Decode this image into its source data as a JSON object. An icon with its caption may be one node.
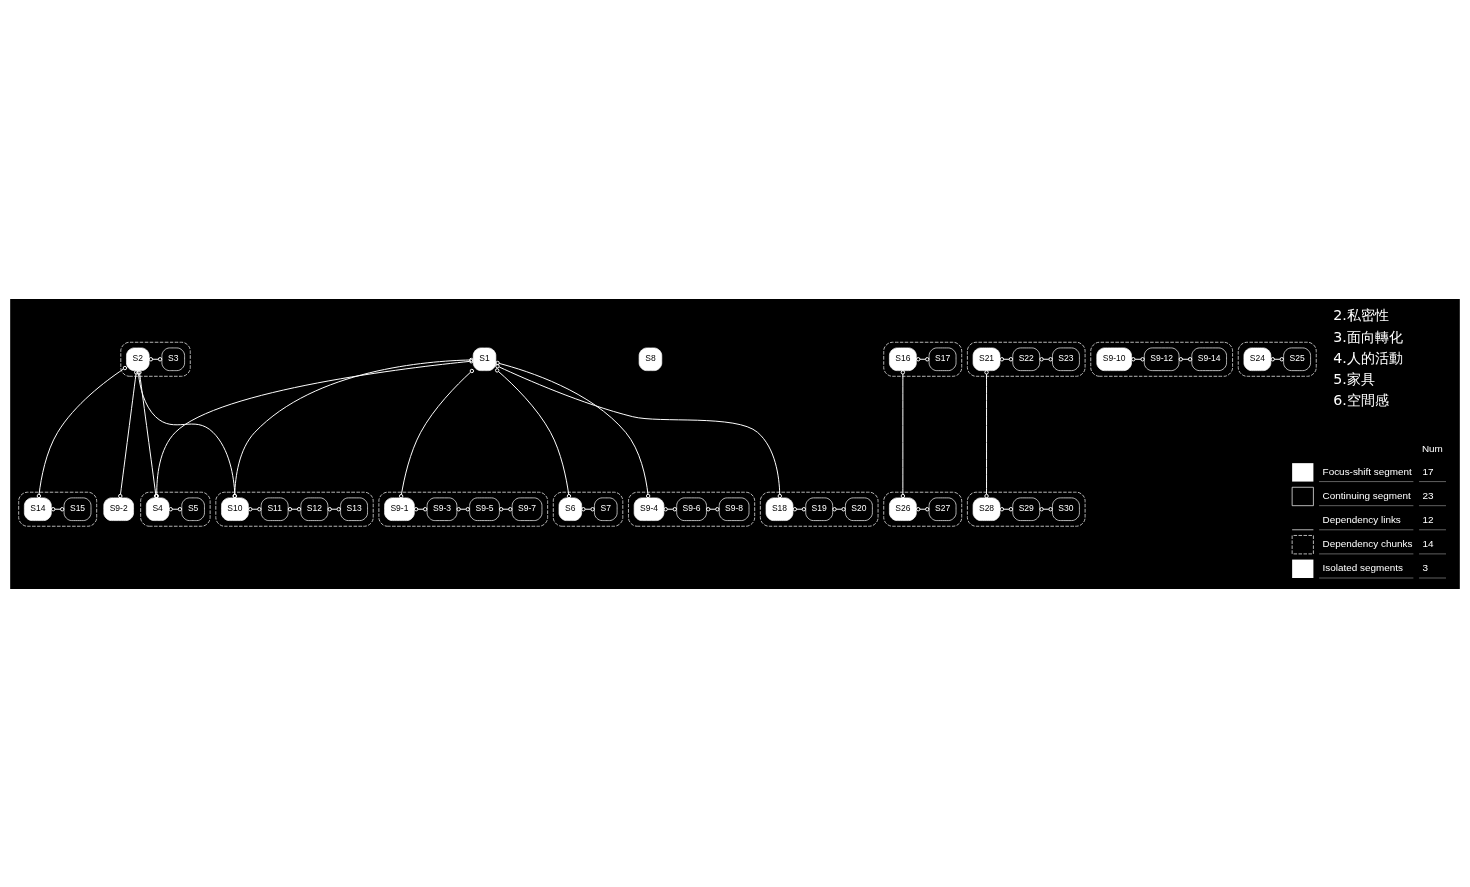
{
  "diagram": {
    "nodes": [
      {
        "text": [
          "S1"
        ]
      },
      {
        "text": [],
        "shape": "box"
      },
      {
        "text": [
          "S2"
        ],
        "in": 1
      },
      {
        "text": [
          "S3"
        ],
        "in": 1
      },
      {
        "text": [],
        "shape": "box"
      },
      {
        "text": [
          "S4"
        ],
        "in": 4
      },
      {
        "text": [
          "S5"
        ],
        "in": 4
      },
      {
        "text": [],
        "shape": "box"
      },
      {
        "text": [
          "S9-1"
        ],
        "in": 7
      },
      {
        "text": [
          "S9-3"
        ],
        "in": 7
      },
      {
        "text": [
          "S9-5"
        ],
        "in": 7
      },
      {
        "text": [
          "S9-7"
        ],
        "in": 7
      },
      {
        "text": [],
        "shape": "box"
      },
      {
        "text": [
          "S6"
        ],
        "in": 12
      },
      {
        "text": [
          "S7"
        ],
        "in": 12
      },
      {
        "text": [
          "S8"
        ]
      },
      {
        "text": [],
        "shape": "box"
      },
      {
        "text": [
          "S10"
        ],
        "in": 16
      },
      {
        "text": [
          "S11"
        ],
        "in": 16
      },
      {
        "text": [
          "S12"
        ],
        "in": 16
      },
      {
        "text": [
          "S13"
        ],
        "in": 16
      },
      {
        "text": [],
        "shape": "box"
      },
      {
        "text": [
          "S14"
        ],
        "in": 21
      },
      {
        "text": [
          "S15"
        ],
        "in": 21
      },
      {
        "text": [
          "S9-2"
        ]
      },
      {
        "text": [],
        "shape": "box"
      },
      {
        "text": [
          "S16"
        ],
        "in": 25
      },
      {
        "text": [
          "S17"
        ],
        "in": 25
      },
      {
        "text": [],
        "shape": "box"
      },
      {
        "text": [
          "S9-4"
        ],
        "in": 28
      },
      {
        "text": [
          "S9-6"
        ],
        "in": 28
      },
      {
        "text": [
          "S9-8"
        ],
        "in": 28
      },
      {
        "text": [],
        "shape": "box"
      },
      {
        "text": [
          "S18"
        ],
        "in": 32
      },
      {
        "text": [
          "S19"
        ],
        "in": 32
      },
      {
        "text": [
          "S20"
        ],
        "in": 32
      },
      {
        "text": [],
        "shape": "box"
      },
      {
        "text": [
          "S21"
        ],
        "in": 36
      },
      {
        "text": [
          "S22"
        ],
        "in": 36
      },
      {
        "text": [
          "S23"
        ],
        "in": 36
      },
      {
        "text": [],
        "shape": "box"
      },
      {
        "text": [
          "S9-10"
        ],
        "in": 40
      },
      {
        "text": [
          "S9-12"
        ],
        "in": 40
      },
      {
        "text": [
          "S9-14"
        ],
        "in": 40
      },
      {
        "text": [],
        "shape": "box"
      },
      {
        "text": [
          "S24"
        ],
        "in": 44
      },
      {
        "text": [
          "S25"
        ],
        "in": 44
      },
      {
        "text": [],
        "shape": "box"
      },
      {
        "text": [
          "S26"
        ],
        "in": 47
      },
      {
        "text": [
          "S27"
        ],
        "in": 47
      },
      {
        "text": [],
        "shape": "box"
      },
      {
        "text": [
          "S28"
        ],
        "in": 50
      },
      {
        "text": [
          "S29"
        ],
        "in": 50
      },
      {
        "text": [
          "S30"
        ],
        "in": 50
      }
    ],
    "edges": [
      {
        "from": 2,
        "to": 3,
        "arrow": "other"
      },
      {
        "from": 5,
        "to": 6,
        "arrow": "other"
      },
      {
        "from": 8,
        "to": 9,
        "arrow": "other"
      },
      {
        "from": 9,
        "to": 10,
        "arrow": "other"
      },
      {
        "from": 10,
        "to": 11,
        "arrow": "other"
      },
      {
        "from": 13,
        "to": 14,
        "arrow": "other"
      },
      {
        "from": 17,
        "to": 18,
        "arrow": "other"
      },
      {
        "from": 18,
        "to": 19,
        "arrow": "other"
      },
      {
        "from": 19,
        "to": 20,
        "arrow": "other"
      },
      {
        "from": 22,
        "to": 23,
        "arrow": "other"
      },
      {
        "from": 26,
        "to": 27,
        "arrow": "other"
      },
      {
        "from": 29,
        "to": 30,
        "arrow": "other"
      },
      {
        "from": 30,
        "to": 31,
        "arrow": "other"
      },
      {
        "from": 33,
        "to": 34,
        "arrow": "other"
      },
      {
        "from": 34,
        "to": 35,
        "arrow": "other"
      },
      {
        "from": 37,
        "to": 38,
        "arrow": "other"
      },
      {
        "from": 38,
        "to": 39,
        "arrow": "other"
      },
      {
        "from": 41,
        "to": 42,
        "arrow": "other"
      },
      {
        "from": 42,
        "to": 43,
        "arrow": "other"
      },
      {
        "from": 45,
        "to": 46,
        "arrow": "other"
      },
      {
        "from": 48,
        "to": 49,
        "arrow": "other"
      },
      {
        "from": 51,
        "to": 52,
        "arrow": "other"
      },
      {
        "from": 52,
        "to": 53,
        "arrow": "other"
      },
      {
        "from": 0,
        "to": 8,
        "arrow": "other"
      },
      {
        "from": 0,
        "to": 33,
        "arrow": "other"
      },
      {
        "from": 0,
        "to": 5,
        "arrow": "other"
      },
      {
        "from": 2,
        "to": 5,
        "arrow": "other"
      },
      {
        "from": 0,
        "to": 13,
        "arrow": "other"
      },
      {
        "from": 0,
        "to": 17,
        "arrow": "other"
      },
      {
        "from": 2,
        "to": 17,
        "arrow": "other"
      },
      {
        "from": 2,
        "to": 22,
        "arrow": "other"
      },
      {
        "from": 2,
        "to": 24,
        "arrow": "other"
      },
      {
        "from": 0,
        "to": 29,
        "arrow": "other"
      },
      {
        "from": 26,
        "to": 48,
        "arrow": "other"
      },
      {
        "from": 37,
        "to": 51,
        "arrow": "other"
      }
    ],
    "labels": [
      "2.私密性",
      "3.面向轉化",
      "4.人的活動",
      "5.家具",
      "6.空間感",
      "Num",
      "17",
      "23",
      "12",
      "14",
      "3"
    ],
    "legend": [
      {
        "text": "Focus-shift segment"
      },
      {
        "text": "Continuing segment"
      },
      {
        "text": "Dependency links"
      },
      {
        "text": "Dependency chunks"
      },
      {
        "text": "Isolated segments"
      }
    ]
  }
}
